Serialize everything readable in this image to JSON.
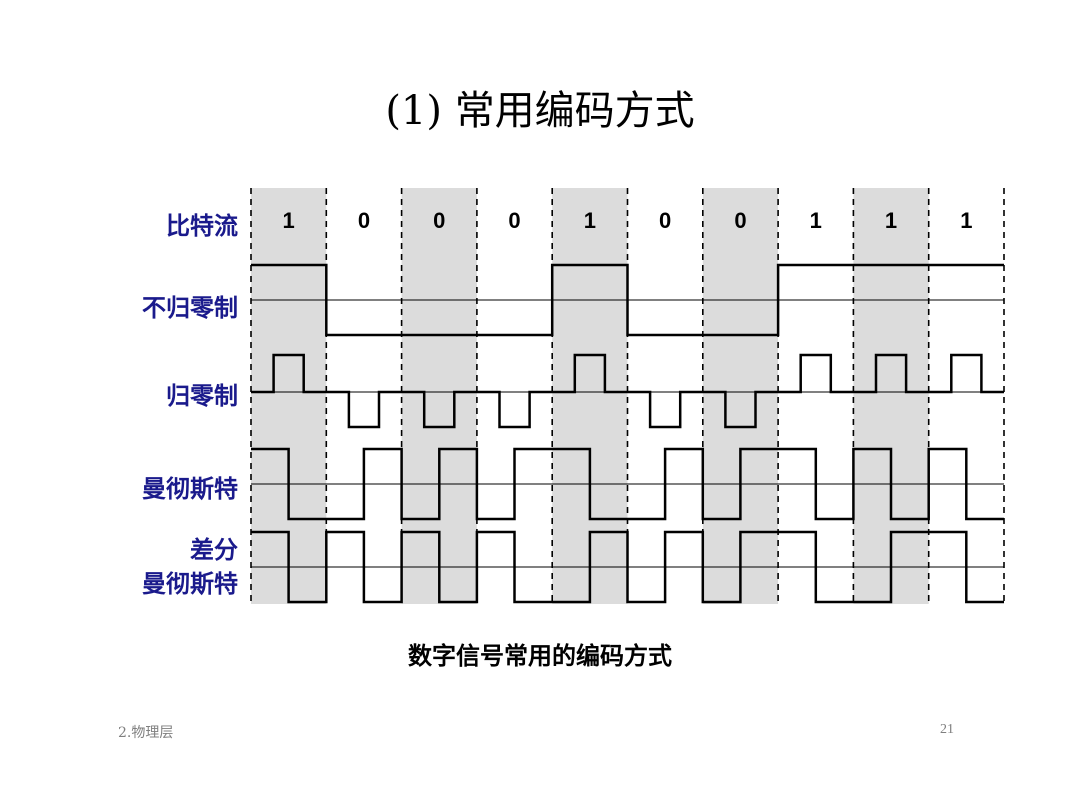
{
  "title": "(1) 常用编码方式",
  "rows": {
    "bitstream": "比特流",
    "nrz": "不归零制",
    "rz": "归零制",
    "manchester": "曼彻斯特",
    "diff_line1": "差分",
    "diff_line2": "曼彻斯特"
  },
  "bits": [
    "1",
    "0",
    "0",
    "0",
    "1",
    "0",
    "0",
    "1",
    "1",
    "1"
  ],
  "caption": "数字信号常用的编码方式",
  "footer": {
    "section": "2.物理层",
    "page": "21"
  },
  "colors": {
    "label": "#1a1a8c",
    "shade": "#dcdcdc",
    "signal": "#000000",
    "footer": "#7f7f7f"
  }
}
